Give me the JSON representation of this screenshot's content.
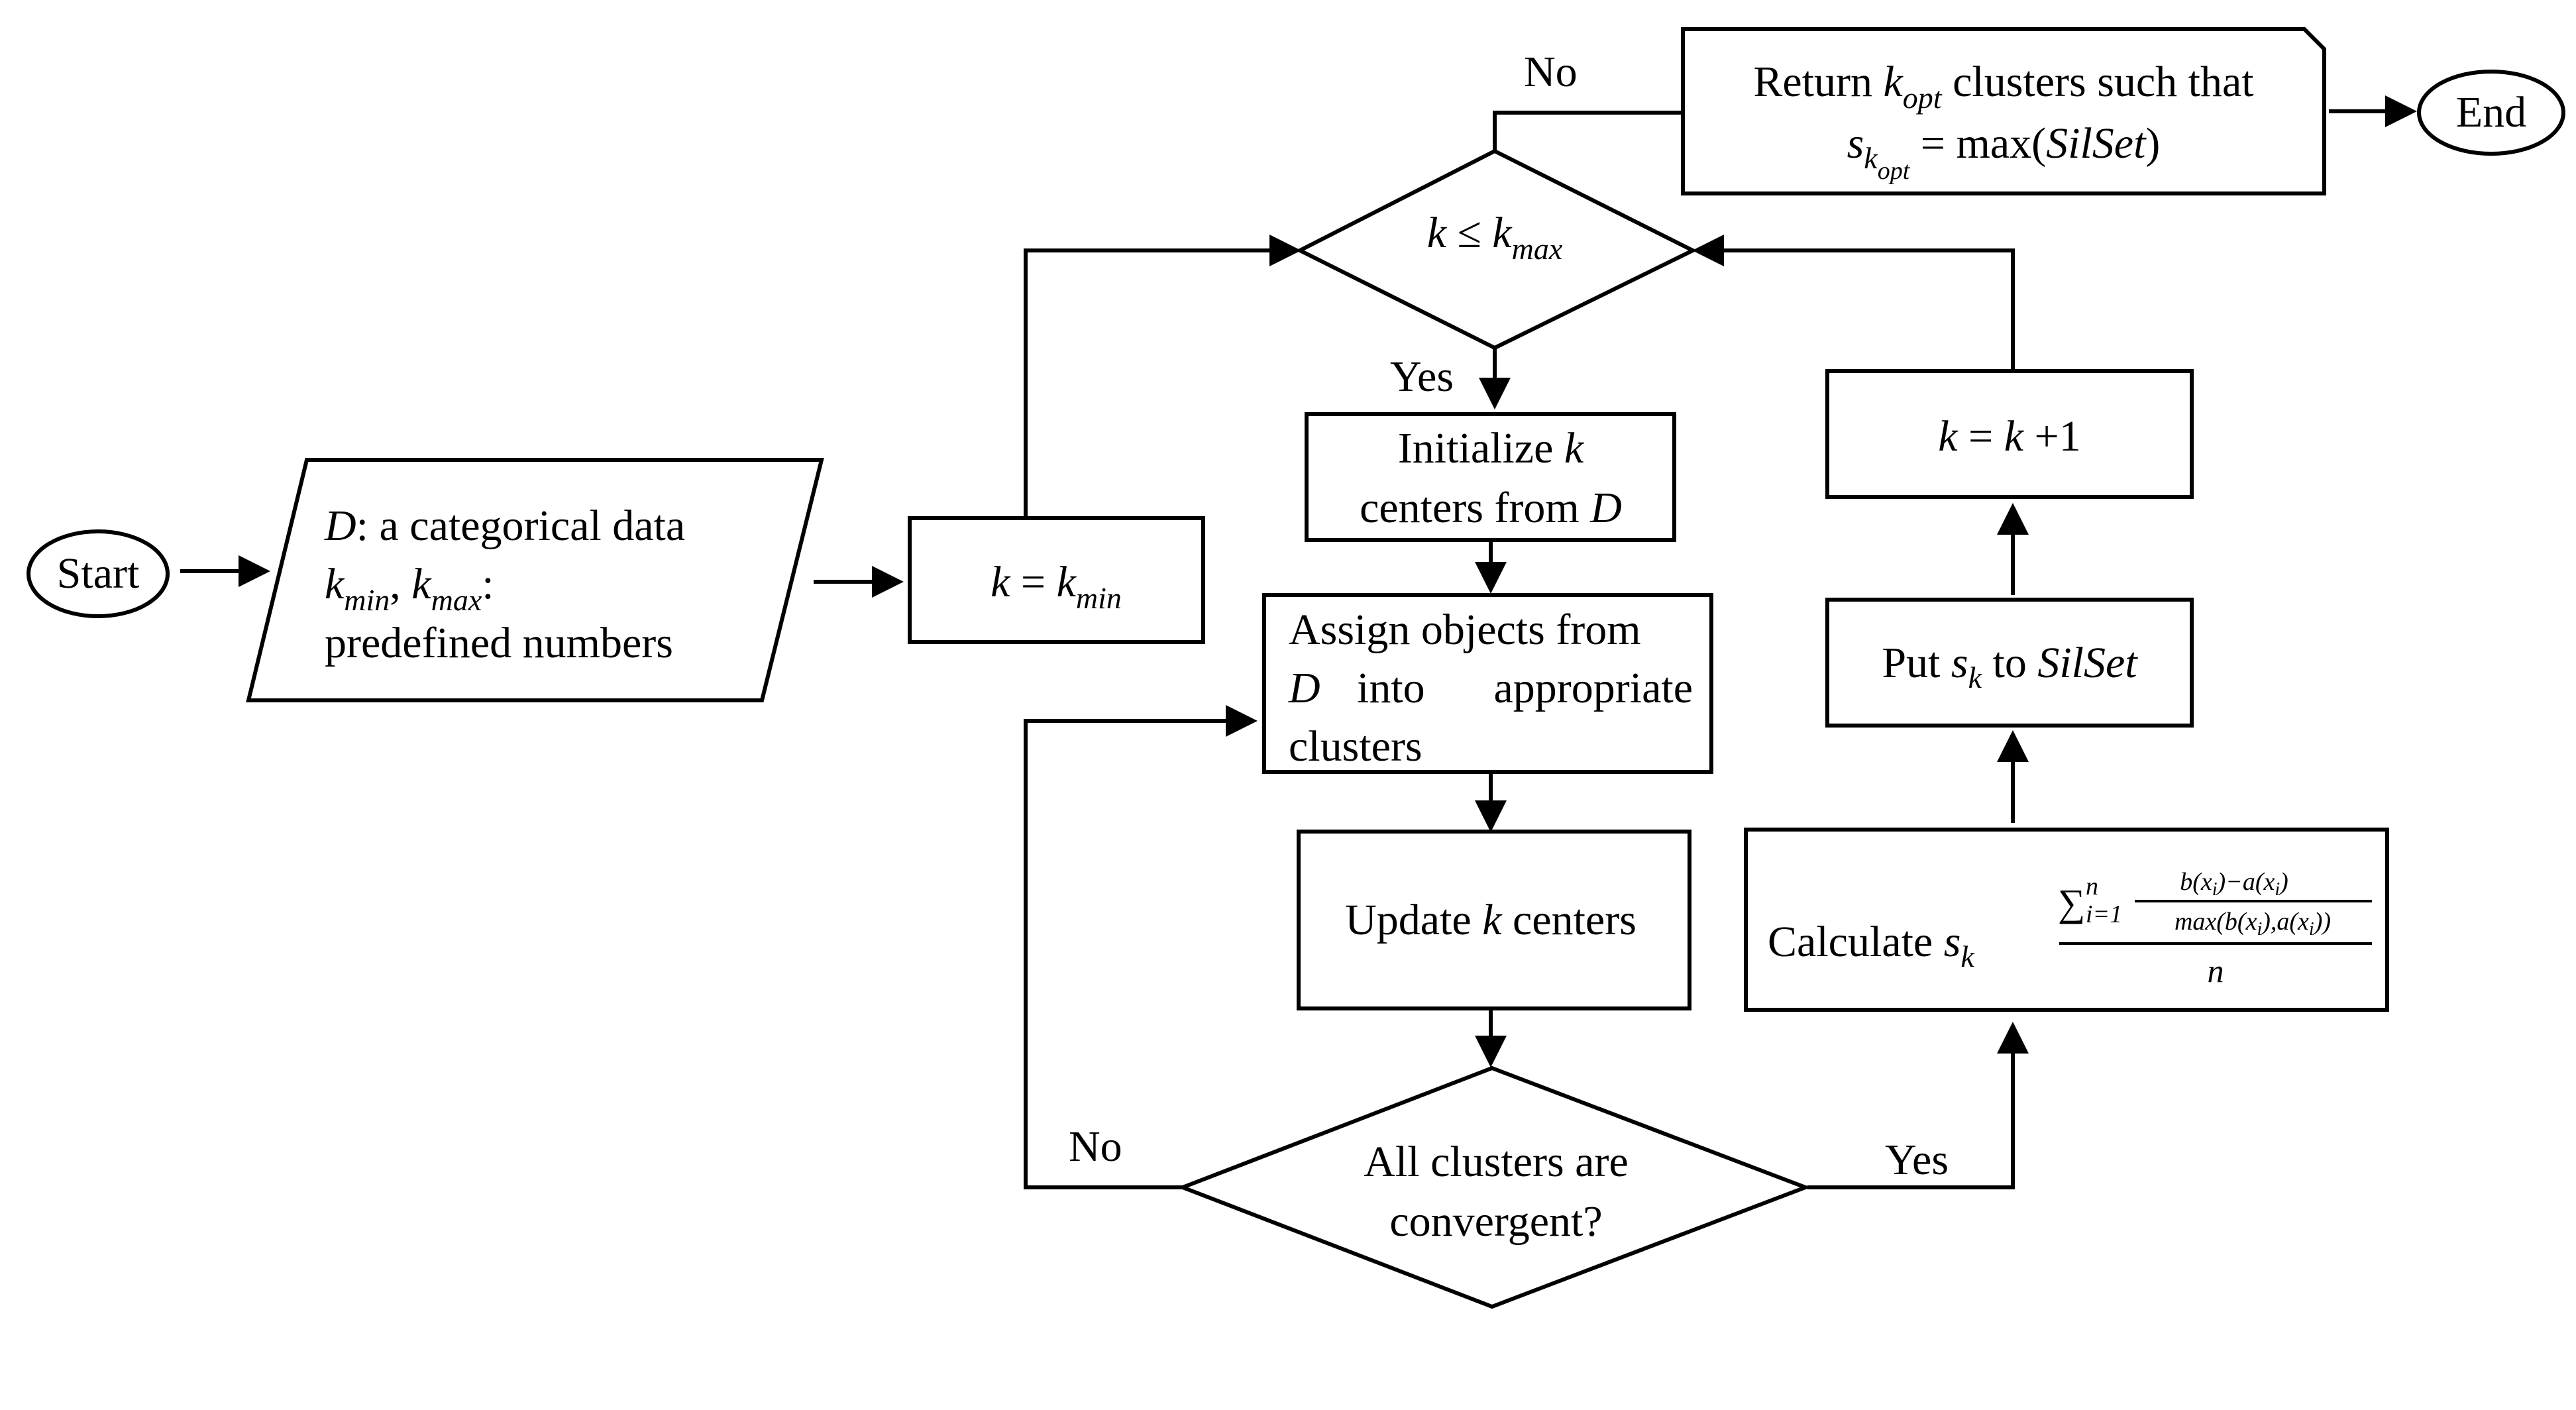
{
  "nodes": {
    "start": "Start",
    "end": "End",
    "input": {
      "line1_var": "D",
      "line1_rest": ": a categorical data",
      "line2_k": "k",
      "line2_min": "min",
      "line2_sep": ", ",
      "line2_max": "max",
      "line2_colon": ":",
      "line3": "predefined numbers"
    },
    "init_kmin": {
      "lhs": "k",
      "eq": " = ",
      "rhs": "k",
      "sub": "min"
    },
    "cond_kmax": {
      "lhs": "k",
      "op": " ≤ ",
      "rhs": "k",
      "sub": "max"
    },
    "return_box": {
      "line1_pre": "Return ",
      "line1_k": "k",
      "line1_sub": "opt",
      "line1_post": " clusters such that",
      "line2_s": "s",
      "line2_sub_k": "k",
      "line2_sub_opt": "opt",
      "line2_eq": " = max(",
      "line2_set": "SilSet",
      "line2_close": ")"
    },
    "initialize": {
      "line1_pre": "Initialize ",
      "line1_k": "k",
      "line2_pre": "centers from ",
      "line2_d": "D"
    },
    "assign": {
      "line1": "Assign objects from",
      "line2_d": "D",
      "line2_w1": "into",
      "line2_w2": "appropriate",
      "line3": "clusters"
    },
    "update": {
      "pre": "Update ",
      "k": "k",
      "post": " centers"
    },
    "convergent": {
      "line1": "All clusters are",
      "line2": "convergent?"
    },
    "increment": {
      "k": "k",
      "eq": " = ",
      "k2": "k",
      "post": " +1"
    },
    "put": {
      "pre": "Put ",
      "s": "s",
      "sub": "k",
      "mid": " to ",
      "set": "SilSet"
    },
    "calculate": {
      "pre": "Calculate ",
      "s": "s",
      "sub": "k",
      "sum": "∑",
      "sum_sub": "i=1",
      "sum_sup": "n",
      "numerator": "b(x",
      "numerator_sub": "i",
      "numerator_mid": ")−a(x",
      "numerator_sub2": "i",
      "numerator_end": ")",
      "denominator": "max(b(x",
      "denominator_sub": "i",
      "denominator_mid": "),a(x",
      "denominator_sub2": "i",
      "denominator_end": "))",
      "n": "n"
    }
  },
  "edge_labels": {
    "no_top": "No",
    "yes_mid": "Yes",
    "no_bottom": "No",
    "yes_bottom": "Yes"
  },
  "colors": {
    "stroke": "#000000",
    "background": "#ffffff"
  }
}
